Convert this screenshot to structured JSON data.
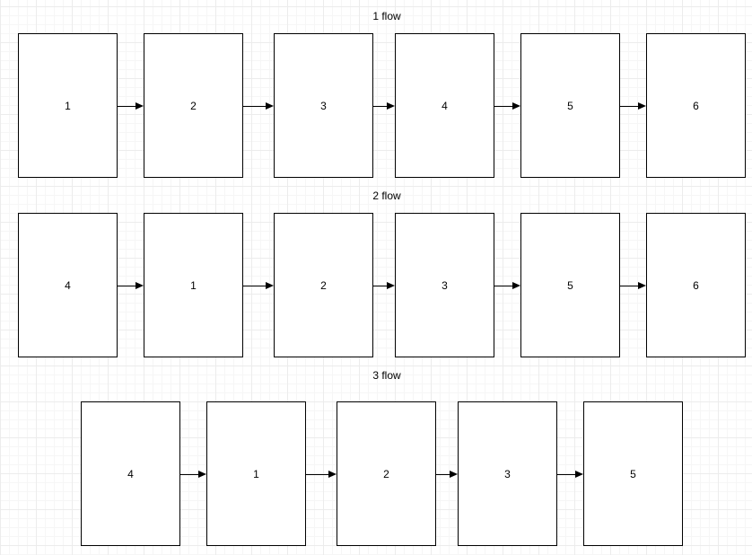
{
  "flows": [
    {
      "title": "1 flow",
      "steps": [
        "1",
        "2",
        "3",
        "4",
        "5",
        "6"
      ]
    },
    {
      "title": "2 flow",
      "steps": [
        "4",
        "1",
        "2",
        "3",
        "5",
        "6"
      ]
    },
    {
      "title": "3 flow",
      "steps": [
        "4",
        "1",
        "2",
        "3",
        "5"
      ]
    }
  ]
}
